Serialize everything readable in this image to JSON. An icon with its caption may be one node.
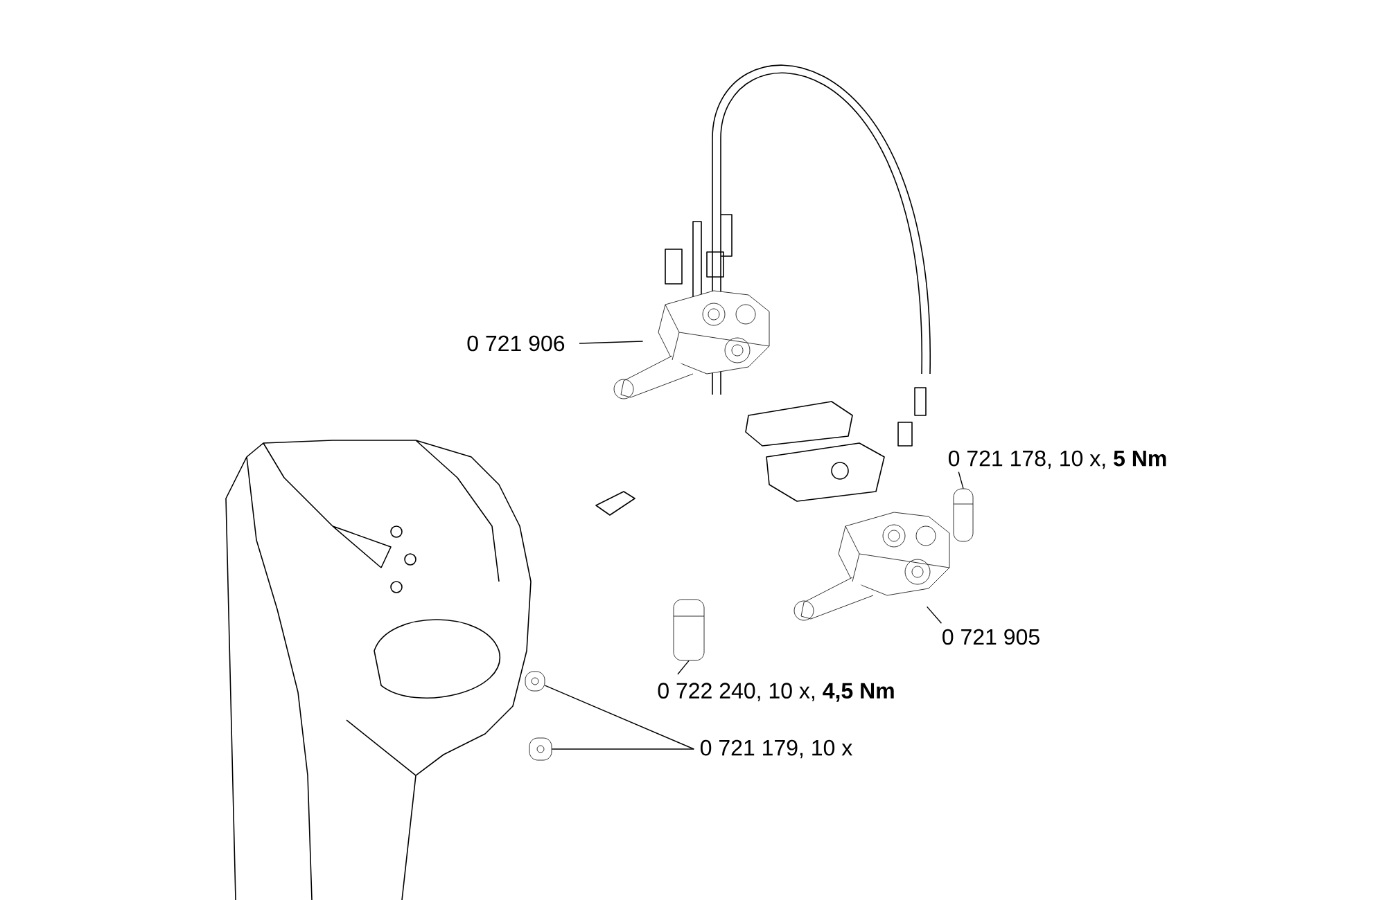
{
  "diagram": {
    "nodes": [
      {
        "text": [
          "0 721 906"
        ]
      },
      {
        "text": [],
        "shape": "picture"
      },
      {
        "text": [
          "0 721 178, 10 x, **5 Nm**"
        ]
      },
      {
        "text": [],
        "shape": "picture"
      },
      {
        "text": [
          "0 721 905"
        ]
      },
      {
        "text": [],
        "shape": "picture"
      },
      {
        "text": [
          "0 722 240, 10 x, **4,5 Nm**"
        ]
      },
      {
        "text": [],
        "shape": "picture"
      },
      {
        "text": [
          "0 721 179, 10 x"
        ]
      },
      {
        "text": [],
        "shape": "picture"
      },
      {
        "text": [],
        "shape": "picture"
      }
    ],
    "edges": [
      {
        "from": 0,
        "to": 1,
        "arrow": "none"
      },
      {
        "from": 2,
        "to": 3,
        "arrow": "none"
      },
      {
        "from": 4,
        "to": 5,
        "arrow": "none"
      },
      {
        "from": 6,
        "to": 7,
        "arrow": "none"
      },
      {
        "from": 8,
        "to": 9,
        "arrow": "none"
      },
      {
        "from": 8,
        "to": 10,
        "arrow": "none"
      }
    ]
  }
}
